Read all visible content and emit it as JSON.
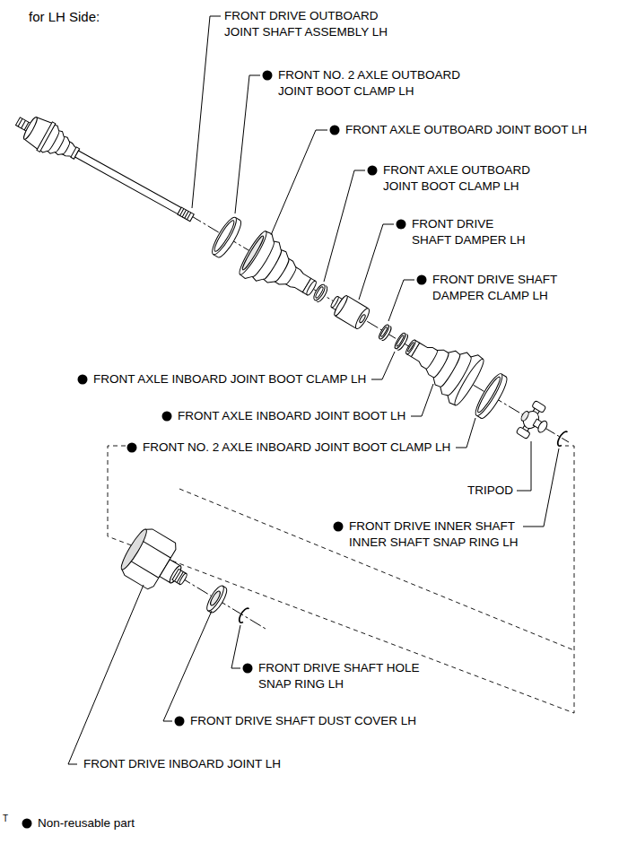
{
  "diagram": {
    "title": "for LH Side:",
    "labels": [
      "FRONT DRIVE OUTBOARD JOINT SHAFT ASSEMBLY LH",
      "FRONT NO. 2 AXLE OUTBOARD JOINT BOOT CLAMP LH",
      "FRONT AXLE OUTBOARD JOINT BOOT LH",
      "FRONT AXLE OUTBOARD JOINT BOOT CLAMP LH",
      "FRONT DRIVE SHAFT DAMPER LH",
      "FRONT DRIVE SHAFT DAMPER CLAMP LH",
      "FRONT AXLE INBOARD JOINT BOOT CLAMP LH",
      "FRONT AXLE INBOARD JOINT BOOT LH",
      "FRONT NO. 2 AXLE INBOARD JOINT BOOT CLAMP LH",
      "TRIPOD",
      "FRONT DRIVE INNER SHAFT INNER SHAFT SNAP RING LH",
      "FRONT DRIVE SHAFT HOLE SNAP RING LH",
      "FRONT DRIVE SHAFT DUST COVER LH",
      "FRONT DRIVE INBOARD JOINT LH",
      "T"
    ],
    "legend": [
      {
        "text": "Non-reusable part"
      }
    ]
  }
}
